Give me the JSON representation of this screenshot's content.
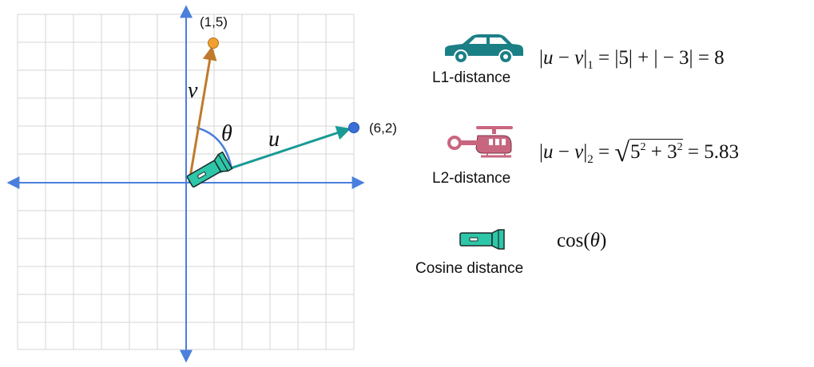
{
  "plane": {
    "point_v_label": "(1,5)",
    "point_u_label": "(6,2)",
    "vector_v_name": "v",
    "vector_u_name": "u",
    "angle_name": "θ"
  },
  "metrics": [
    {
      "icon": "car-icon",
      "caption": "L1-distance",
      "formula": "|u − v|1 = |5| + | − 3| = 8"
    },
    {
      "icon": "helicopter-icon",
      "caption": "L2-distance",
      "formula": "|u − v|2 = √(5² + 3²) = 5.83"
    },
    {
      "icon": "flashlight-icon",
      "caption": "Cosine distance",
      "formula": "cos(θ)"
    }
  ],
  "colors": {
    "axis": "#4a7fdc",
    "grid": "#d6d6d6",
    "vector_v": "#c07a2e",
    "vector_u": "#1a9a95",
    "point_v": "#f0a030",
    "point_u": "#3a6fd8",
    "angle_arc": "#4a7fdc",
    "car": "#1b7f86",
    "helicopter": "#c9667f",
    "flashlight": "#2ec6a8"
  }
}
